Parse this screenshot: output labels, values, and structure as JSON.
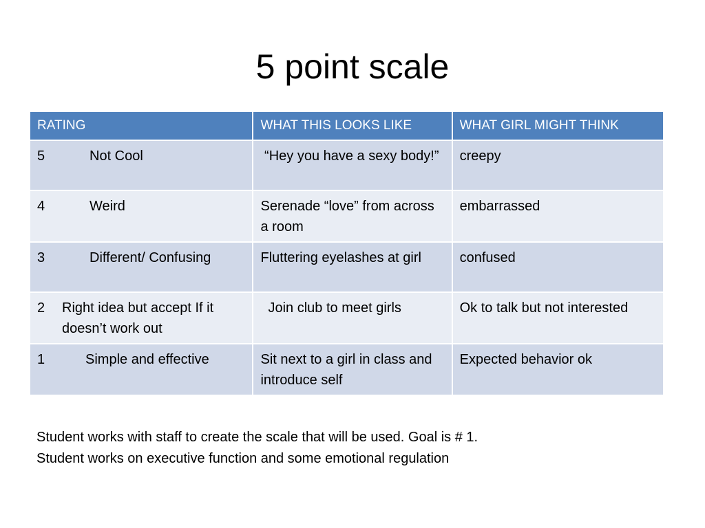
{
  "slide": {
    "title": "5 point scale"
  },
  "table": {
    "headers": [
      "RATING",
      "WHAT THIS LOOKS LIKE",
      "WHAT GIRL MIGHT THINK"
    ],
    "rows": [
      {
        "num": "5",
        "rating": "Not Cool",
        "looks": " “Hey you have a sexy body!”",
        "think": "creepy"
      },
      {
        "num": "4",
        "rating": "Weird",
        "looks": "Serenade “love” from across a room",
        "think": "embarrassed"
      },
      {
        "num": "3",
        "rating": "Different/ Confusing",
        "looks": "Fluttering eyelashes at girl",
        "think": "confused"
      },
      {
        "num": "2",
        "rating": "Right idea but accept If it doesn’t work out",
        "looks": "Join club to meet girls",
        "think": "Ok to talk but not interested"
      },
      {
        "num": "1",
        "rating": "Simple and effective",
        "looks": "Sit next to a girl in class and introduce self",
        "think": "Expected behavior ok"
      }
    ]
  },
  "notes": [
    "Student works with staff to create the scale that will be used. Goal is # 1.",
    "Student works on executive function and some emotional regulation"
  ],
  "colors": {
    "header_bg": "#4f81bd",
    "row_dark": "#d0d8e8",
    "row_light": "#e9edf4"
  }
}
